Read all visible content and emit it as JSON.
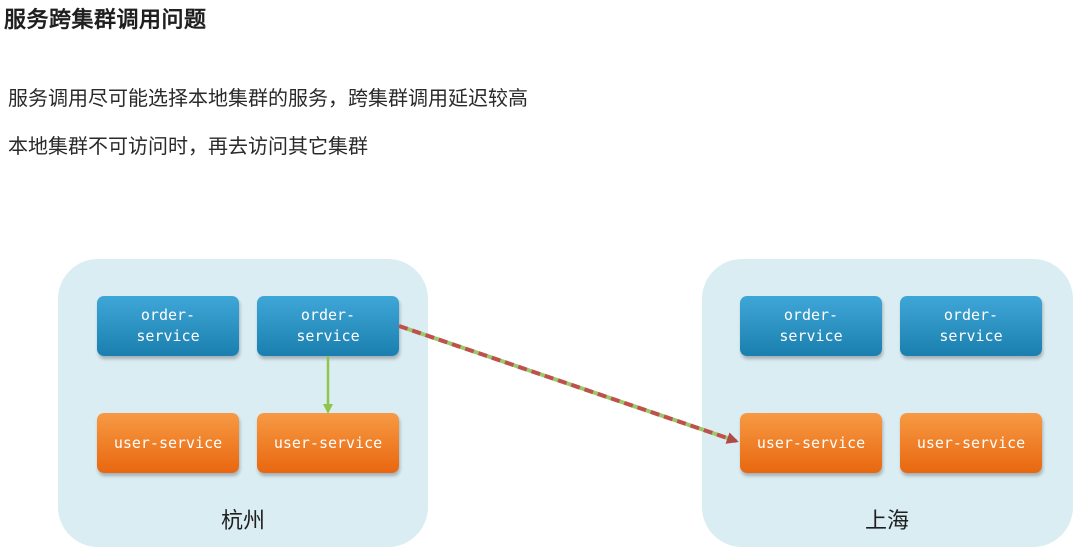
{
  "title": "服务跨集群调用问题",
  "bullets": [
    "服务调用尽可能选择本地集群的服务，跨集群调用延迟较高",
    "本地集群不可访问时，再去访问其它集群"
  ],
  "clusters": [
    {
      "label": "杭州",
      "nodes": [
        "order-\nservice",
        "order-\nservice",
        "user-service",
        "user-service"
      ]
    },
    {
      "label": "上海",
      "nodes": [
        "order-\nservice",
        "order-\nservice",
        "user-service",
        "user-service"
      ]
    }
  ],
  "colors": {
    "order_service": "#2a93c6",
    "user_service": "#f07d25",
    "cluster_bg": "#daedf3",
    "local_call": "#8fc54c",
    "cross_call": "#c0504d"
  }
}
